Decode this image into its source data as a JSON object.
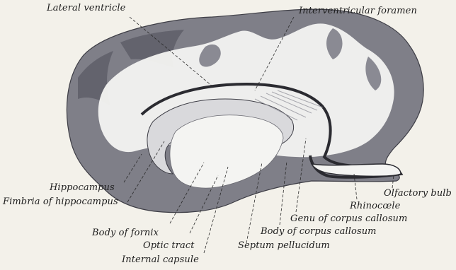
{
  "labels": {
    "lateral_ventricle": "Lateral ventricle",
    "interventricular_foramen": "Interventricular foramen",
    "hippocampus": "Hippocampus",
    "fimbria_of_hippocampus": "Fimbria of hippocampus",
    "body_of_fornix": "Body of fornix",
    "optic_tract": "Optic tract",
    "internal_capsule": "Internal capsule",
    "septum_pellucidum": "Septum pellucidum",
    "body_of_corpus_callosum": "Body of corpus callosum",
    "genu_of_corpus_callosum": "Genu of corpus callosum",
    "rhinocoele": "Rhinocœle",
    "olfactory_bulb": "Olfactory bulb"
  },
  "colors": {
    "background": "#f3f1ea",
    "gray_matter": "#7f7f88",
    "gray_matter_dark": "#5c5c66",
    "white_matter": "#f4f4f2",
    "fornix_band": "#d9d9dc",
    "ink": "#1e1e1e"
  }
}
